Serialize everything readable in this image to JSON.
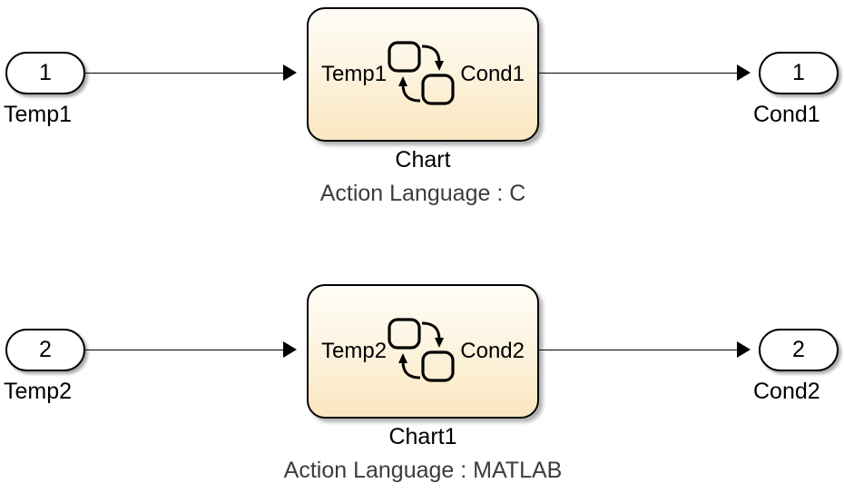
{
  "diagram": {
    "type": "simulink-stateflow-block-diagram",
    "background_color": "#ffffff",
    "block_fill_top": "#fffdf7",
    "block_fill_bottom": "#fae6bf",
    "line_color": "#000000",
    "subtitle_color": "#3c3c3c"
  },
  "rows": [
    {
      "input_port": {
        "number": "1",
        "label": "Temp1",
        "icon": "inport-stadium-icon"
      },
      "chart": {
        "input_port_label": "Temp1",
        "output_port_label": "Cond1",
        "name": "Chart",
        "subtitle": "Action Language : C",
        "icon": "stateflow-chart-icon"
      },
      "output_port": {
        "number": "1",
        "label": "Cond1",
        "icon": "outport-stadium-icon"
      }
    },
    {
      "input_port": {
        "number": "2",
        "label": "Temp2",
        "icon": "inport-stadium-icon"
      },
      "chart": {
        "input_port_label": "Temp2",
        "output_port_label": "Cond2",
        "name": "Chart1",
        "subtitle": "Action Language : MATLAB",
        "icon": "stateflow-chart-icon"
      },
      "output_port": {
        "number": "2",
        "label": "Cond2",
        "icon": "outport-stadium-icon"
      }
    }
  ]
}
